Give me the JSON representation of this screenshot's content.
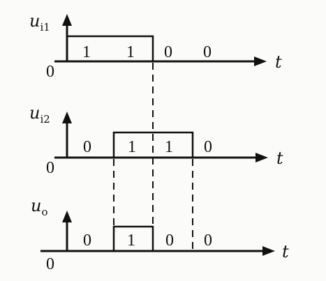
{
  "signals": [
    {
      "id": "ui1",
      "name_main": "u",
      "name_sub": "i1",
      "axis_t": "t",
      "origin": "0",
      "bits": [
        "1",
        "1",
        "0",
        "0"
      ]
    },
    {
      "id": "ui2",
      "name_main": "u",
      "name_sub": "i2",
      "axis_t": "t",
      "origin": "0",
      "bits": [
        "0",
        "1",
        "1",
        "0"
      ]
    },
    {
      "id": "uo",
      "name_main": "u",
      "name_sub": "o",
      "axis_t": "t",
      "origin": "0",
      "bits": [
        "0",
        "1",
        "0",
        "0"
      ]
    }
  ]
}
